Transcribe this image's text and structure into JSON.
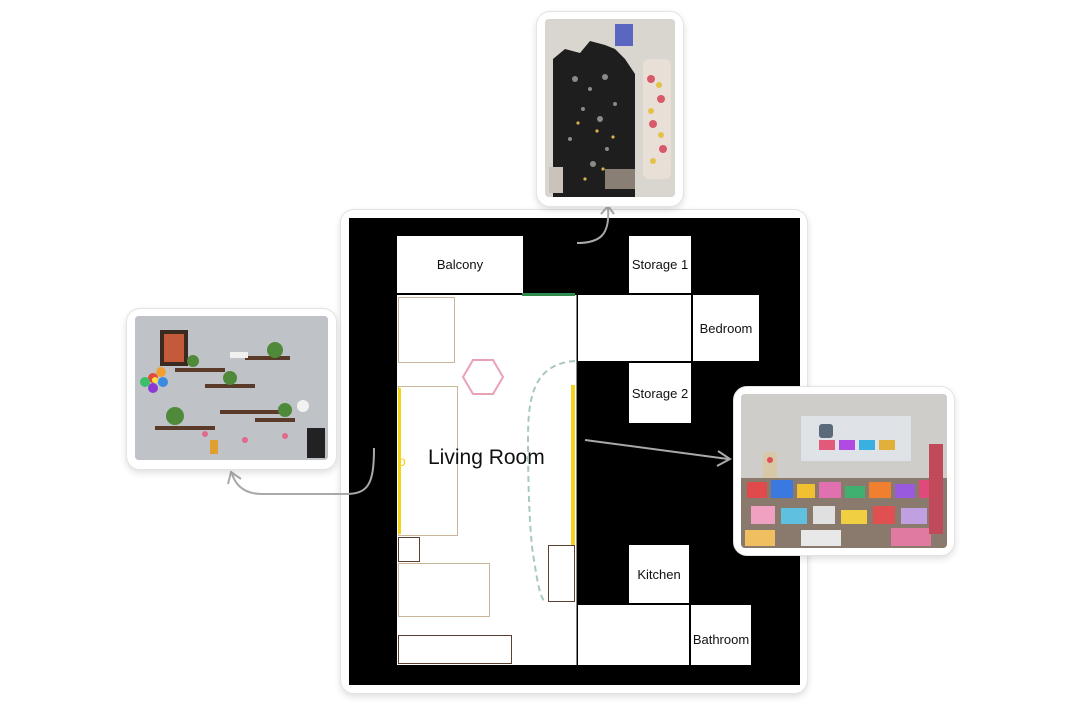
{
  "floor_plan": {
    "rooms": {
      "balcony": "Balcony",
      "storage1": "Storage 1",
      "bedroom": "Bedroom",
      "storage2": "Storage 2",
      "living_room": "Living Room",
      "kitchen": "Kitchen",
      "bathroom": "Bathroom"
    }
  },
  "photos": [
    {
      "id": "top",
      "subject": "chalkboard-wall"
    },
    {
      "id": "left",
      "subject": "wall-shelves"
    },
    {
      "id": "right",
      "subject": "toy-shelves-projector"
    }
  ],
  "colors": {
    "plan_background": "#000000",
    "room_fill": "#ffffff",
    "furniture_outline": "#c9b69a",
    "dark_furniture_outline": "#5a4030",
    "accent_yellow": "#f2d21a",
    "hexagon_pink": "#e9a1b4",
    "path_dashed": "#a8c8c4",
    "arrow_gray": "#a9a9a9",
    "window_green": "#2f8a4e"
  }
}
